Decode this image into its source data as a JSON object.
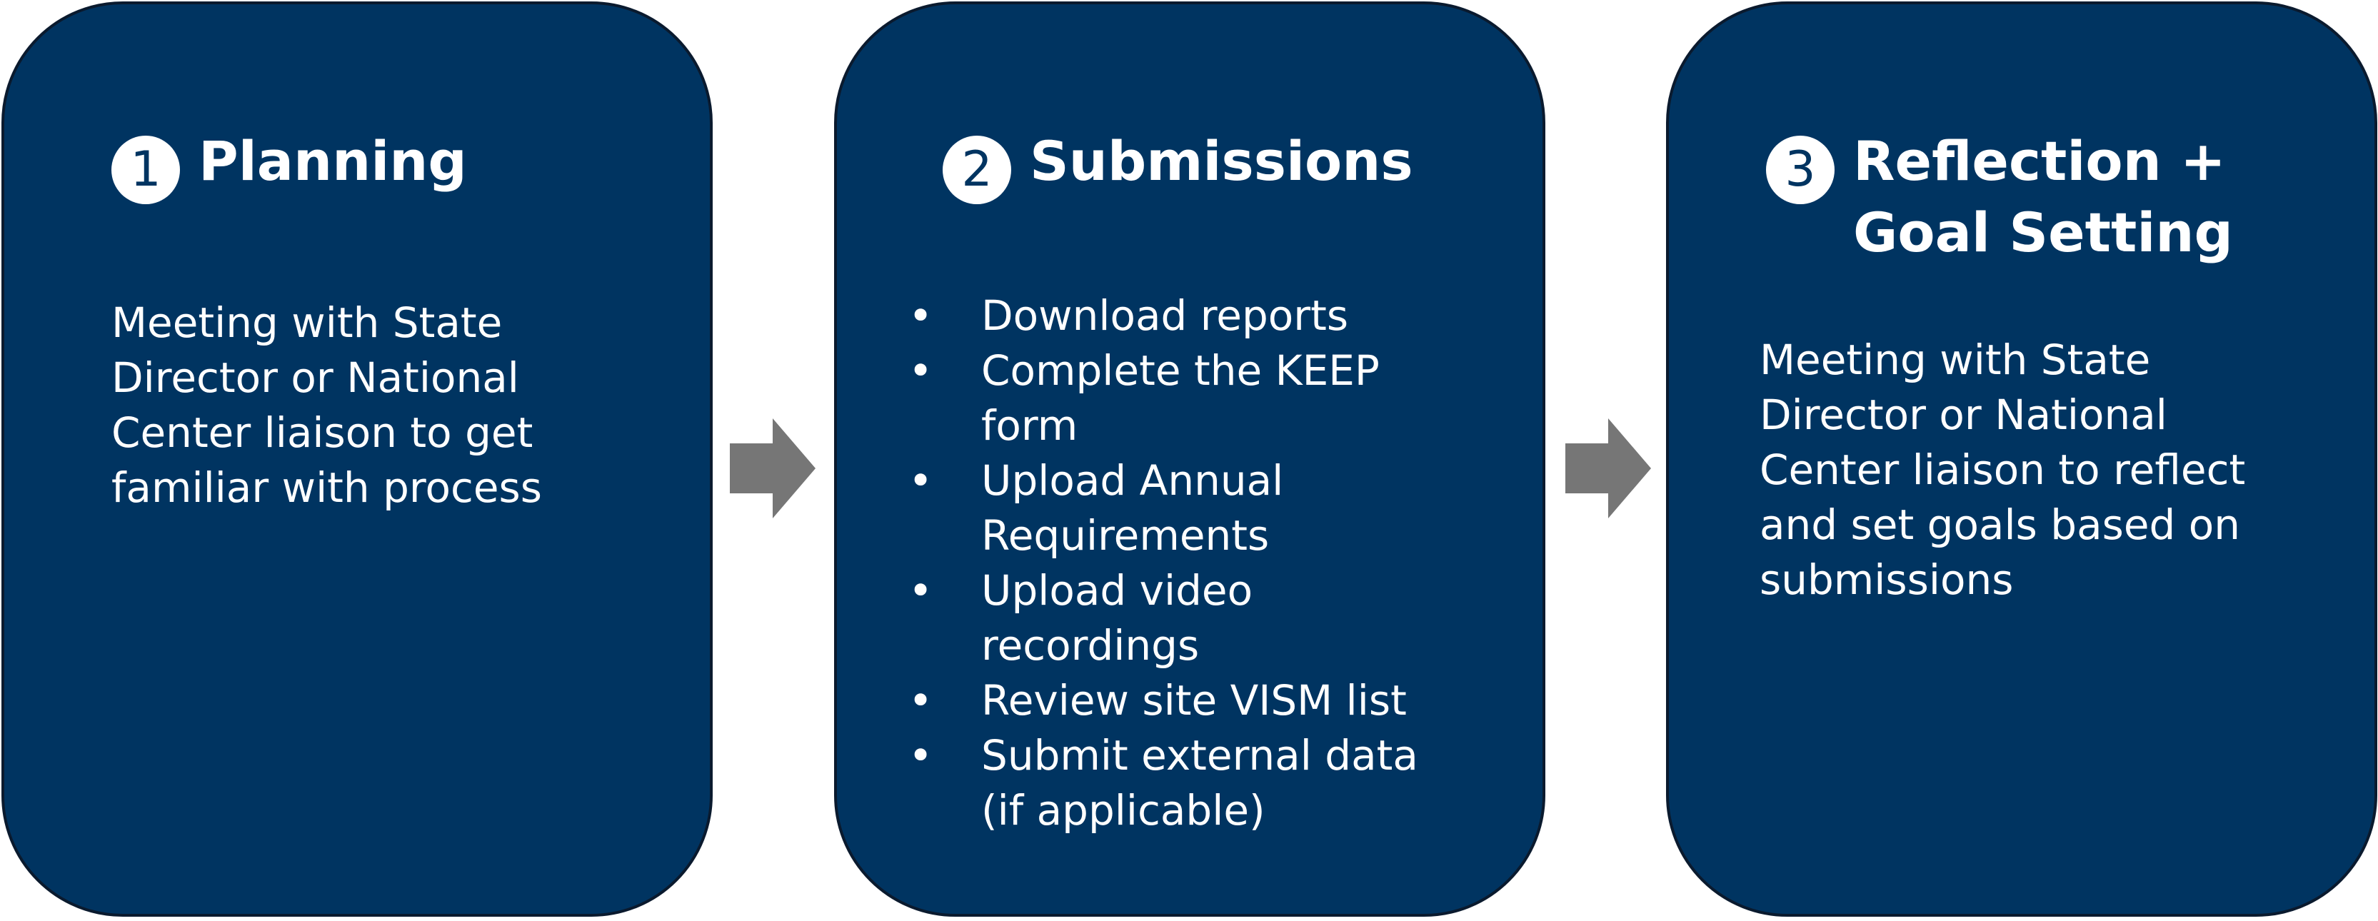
{
  "steps": [
    {
      "number": "1",
      "title_lines": [
        "Planning"
      ],
      "body_lines": [
        "Meeting with State",
        "Director or National",
        "Center liaison to get",
        "familiar with process"
      ]
    },
    {
      "number": "2",
      "title_lines": [
        "Submissions"
      ],
      "bullet_marker": "•",
      "bullets": [
        {
          "lines": [
            "Download reports"
          ]
        },
        {
          "lines": [
            "Complete the KEEP",
            "form"
          ]
        },
        {
          "lines": [
            "Upload Annual",
            "Requirements"
          ]
        },
        {
          "lines": [
            "Upload video",
            "recordings"
          ]
        },
        {
          "lines": [
            "Review site VISM list"
          ]
        },
        {
          "lines": [
            "Submit external data",
            "(if applicable)"
          ]
        }
      ]
    },
    {
      "number": "3",
      "title_lines": [
        "Reflection +",
        "Goal Setting"
      ],
      "body_lines": [
        "Meeting with State",
        "Director or National",
        "Center liaison to reflect",
        "and set goals based on",
        "submissions"
      ]
    }
  ],
  "colors": {
    "card_fill": "#003461",
    "card_border": "#0a1a2e",
    "text": "#ffffff",
    "arrow": "#767676"
  },
  "icons": {
    "connector": "arrow-right-icon",
    "step_badge": "numbered-circle-icon"
  }
}
